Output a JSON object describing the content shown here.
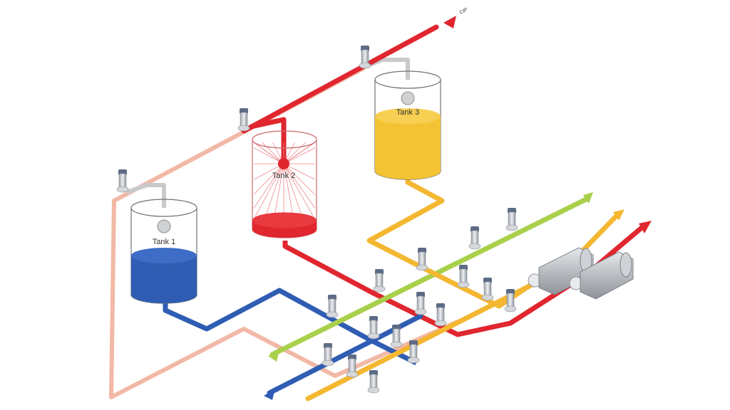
{
  "diagram": {
    "cip_label": "CIP",
    "tanks": [
      {
        "label": "Tank 1",
        "fill": 0.45
      },
      {
        "label": "Tank 2",
        "fill": 0.1
      },
      {
        "label": "Tank 3",
        "fill": 0.6
      }
    ]
  },
  "colors": {
    "cip_red": "#e0262e",
    "return_pink": "#f2b8a6",
    "blue": "#2f5db3",
    "green": "#a9d04a",
    "yellow": "#f4b731",
    "grey_pipe": "#c9cacc",
    "tank1_liquid": "#2f5db3",
    "tank2_liquid": "#e0262e",
    "tank3_liquid": "#f4c333",
    "valve_cap": "#5d6b85",
    "valve_body": "#d5d7db"
  }
}
